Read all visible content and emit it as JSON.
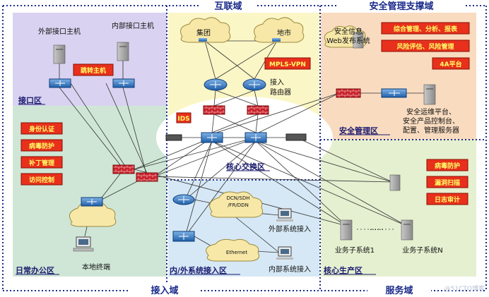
{
  "domains": {
    "internet": "互联域",
    "security_support": "安全管理支撑域",
    "access": "接入域",
    "service": "服务域"
  },
  "zones": {
    "interface": "接口区",
    "office": "日常办公区",
    "core_switch": "核心交换区",
    "internal_external_access": "内/外系统接入区",
    "core_production": "核心生产区",
    "security_mgmt": "安全管理区"
  },
  "nodes": {
    "external_host": "外部接口主机",
    "internal_host": "内部接口主机",
    "group": "集团",
    "city": "地市",
    "mpls_vpn": "MPLS-VPN",
    "access_router_line1": "接入",
    "access_router_line2": "路由器",
    "ids": "IDS",
    "sec_info_web_line1": "安全信息",
    "sec_info_web_line2": "Web发布系统",
    "sec_platform_line1": "安全运维平台、",
    "sec_platform_line2": "安全产品控制台、",
    "sec_platform_line3": "配置、管理服务器",
    "local_terminal": "本地终端",
    "dcn_cloud_line1": "DCN/SDH",
    "dcn_cloud_line2": "/FR/DDN",
    "ethernet": "Ethernet",
    "external_system_access": "外部系统接入",
    "internal_system_access": "内部系统接入",
    "business_sub1": "业务子系统1",
    "business_subn": "业务子系统N",
    "ellipsis": "……"
  },
  "tags": {
    "jump_host": "跳转主机",
    "auth": "身份认证",
    "antivirus": "病毒防护",
    "patch": "补丁管理",
    "access_control": "访问控制",
    "mgmt_analysis": "综合管理、分析、报表",
    "risk_eval": "风险评估、风险管理",
    "platform_4a": "4A平台",
    "svc_antivirus": "病毒防护",
    "vuln_scan": "漏洞扫描",
    "log_audit": "日志审计"
  },
  "watermark": "@51CTO博客",
  "colors": {
    "interface_zone": "#d9d2f0",
    "office_zone": "#cfe6d6",
    "internet_zone": "#fbf6c6",
    "security_zone": "#f9dcc0",
    "access_zone": "#d6e8f5",
    "service_zone": "#e5f0d0",
    "tag_red": "#e8301c",
    "border_blue": "#1f2d8c"
  }
}
